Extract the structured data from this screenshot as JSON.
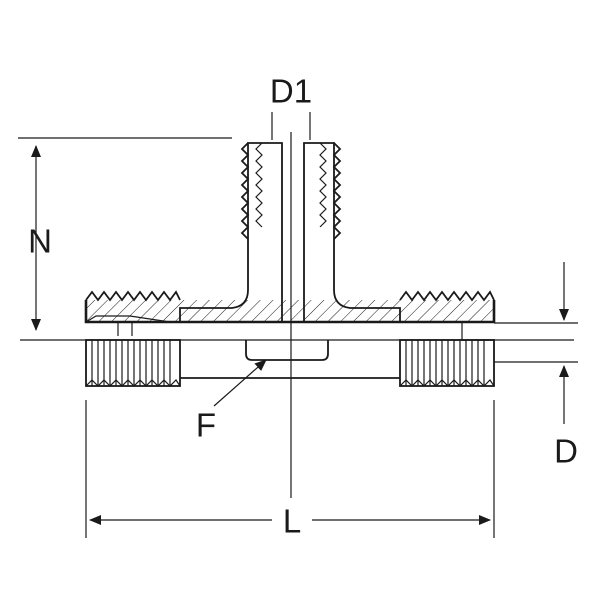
{
  "diagram": {
    "labels": {
      "d1": "D1",
      "n": "N",
      "f": "F",
      "d": "D",
      "l": "L"
    },
    "colors": {
      "line": "#1a1a1a",
      "background": "#ffffff"
    }
  }
}
